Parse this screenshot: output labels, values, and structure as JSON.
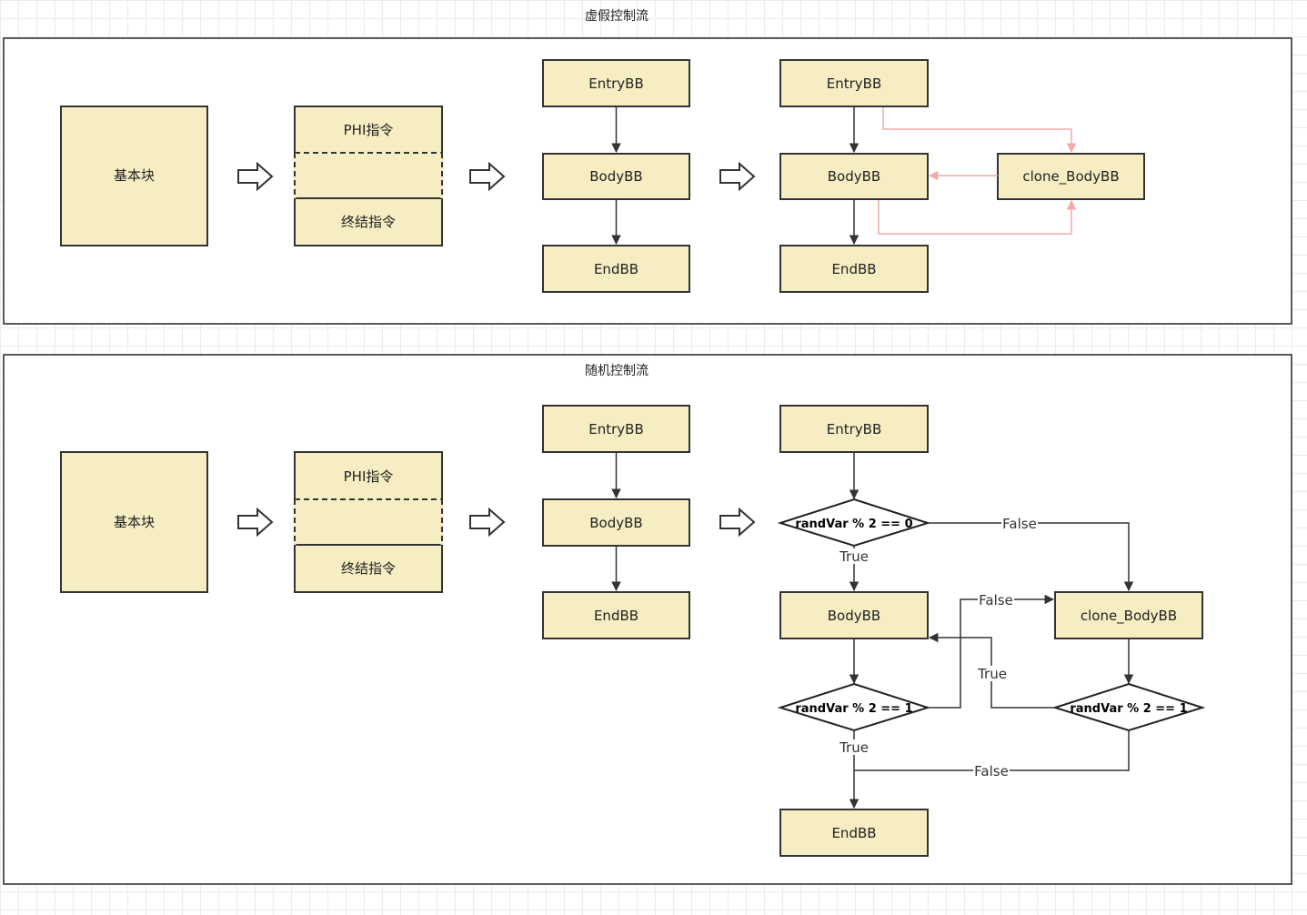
{
  "panels": {
    "top": {
      "title": "虚假控制流",
      "basic_block": "基本块",
      "phi_label": "PHI指令",
      "term_label": "终结指令",
      "mid": {
        "entry": "EntryBB",
        "body": "BodyBB",
        "end": "EndBB"
      },
      "right": {
        "entry": "EntryBB",
        "body": "BodyBB",
        "end": "EndBB",
        "clone": "clone_BodyBB"
      }
    },
    "bottom": {
      "title": "随机控制流",
      "basic_block": "基本块",
      "phi_label": "PHI指令",
      "term_label": "终结指令",
      "mid": {
        "entry": "EntryBB",
        "body": "BodyBB",
        "end": "EndBB"
      },
      "right": {
        "entry": "EntryBB",
        "body": "BodyBB",
        "end": "EndBB",
        "clone": "clone_BodyBB",
        "cond1": "randVar % 2 == 0",
        "cond2": "randVar % 2 == 1",
        "cond3": "randVar % 2 == 1",
        "edge_true_1": "True",
        "edge_false_1": "False",
        "edge_false_2": "False",
        "edge_true_3": "True",
        "edge_true_2": "True",
        "edge_false_3": "False"
      }
    }
  },
  "colors": {
    "block_fill": "#f6eec2",
    "stroke": "#333333",
    "pink_edge": "#f4aaaa"
  }
}
